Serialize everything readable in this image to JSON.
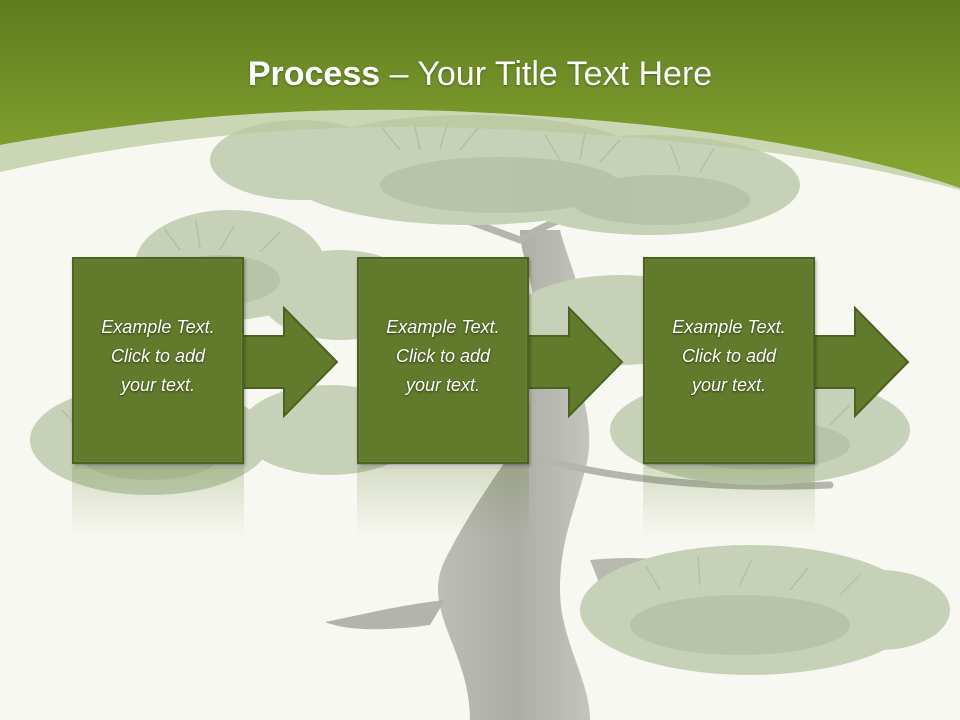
{
  "slide": {
    "title_bold": "Process",
    "title_rest": " – Your Title Text Here"
  },
  "steps": [
    {
      "text": "Example Text.\nClick  to add\nyour text."
    },
    {
      "text": "Example Text.\nClick  to add\nyour text."
    },
    {
      "text": "Example Text.\nClick  to add\nyour text."
    }
  ],
  "colors": {
    "header_green": "#7a9c2d",
    "box_green": "#627a2b",
    "background": "#f7f8f1"
  },
  "background_image": "bonsai-tree"
}
